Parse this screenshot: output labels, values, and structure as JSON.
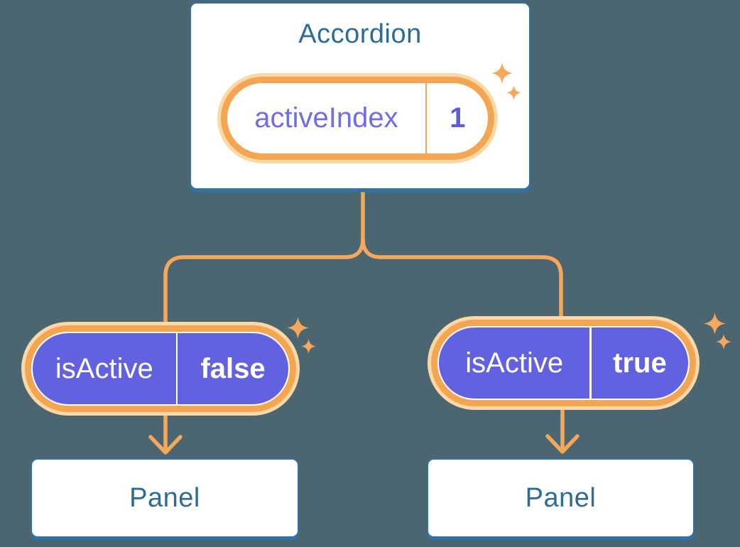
{
  "colors": {
    "bg": "#4B6670",
    "line": "#F4A85C",
    "ring": "#F3A551",
    "ring-pale": "#FBD9A6",
    "purple": "#6261DF",
    "purple-text": "#706EE6",
    "purple-value": "#5F5CD7",
    "blue-border": "#3173A8",
    "blue-text": "#2D6C96",
    "white": "#FFFFFF"
  },
  "root_card": {
    "title": "Accordion",
    "state_pill": {
      "label": "activeIndex",
      "value": "1"
    }
  },
  "children": [
    {
      "prop_pill": {
        "label": "isActive",
        "value": "false"
      },
      "panel": {
        "title": "Panel"
      }
    },
    {
      "prop_pill": {
        "label": "isActive",
        "value": "true"
      },
      "panel": {
        "title": "Panel"
      }
    }
  ],
  "icons": {
    "sparkle": "four-point-sparkle-icon"
  }
}
